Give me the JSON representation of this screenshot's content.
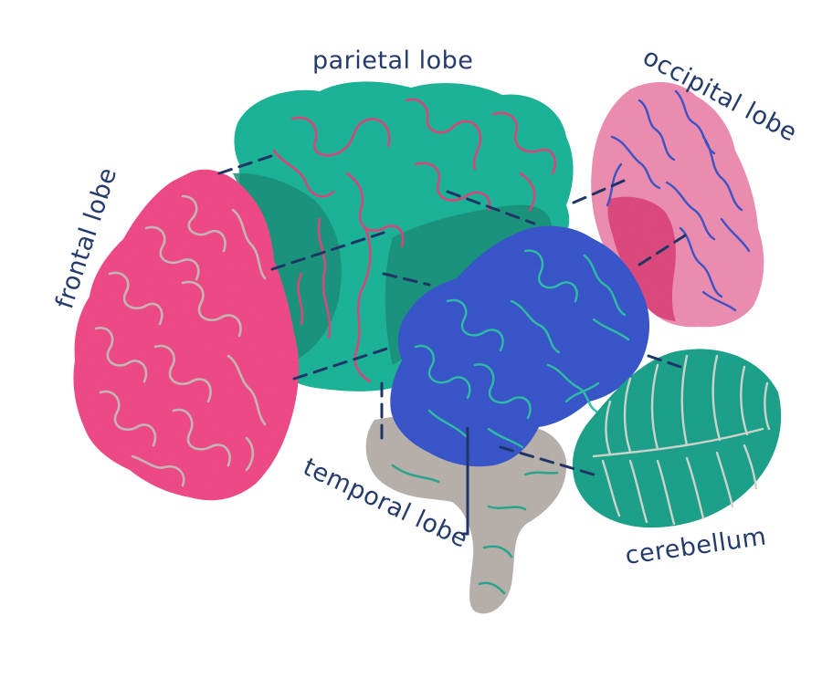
{
  "labels": {
    "parietal": "parietal lobe",
    "occipital": "occipital lobe",
    "frontal": "frontal lobe",
    "temporal": "temporal lobe",
    "cerebellum": "cerebellum"
  },
  "colors": {
    "parietal": "#1fb59a",
    "parietal_shadow": "#1a8f79",
    "parietal_lines": "#e0457c",
    "frontal": "#f04b88",
    "frontal_lines": "#c9b8b8",
    "occipital": "#ee8fb3",
    "occipital_inner": "#de4a7f",
    "occipital_lines": "#3f55c7",
    "temporal": "#3a57cc",
    "temporal_lines": "#2fc0a6",
    "cerebellum": "#1fa38c",
    "cerebellum_lines": "#cfd8cf",
    "brainstem": "#b9b2ad",
    "brainstem_lines": "#2aa78f",
    "label_text": "#243b6b"
  }
}
